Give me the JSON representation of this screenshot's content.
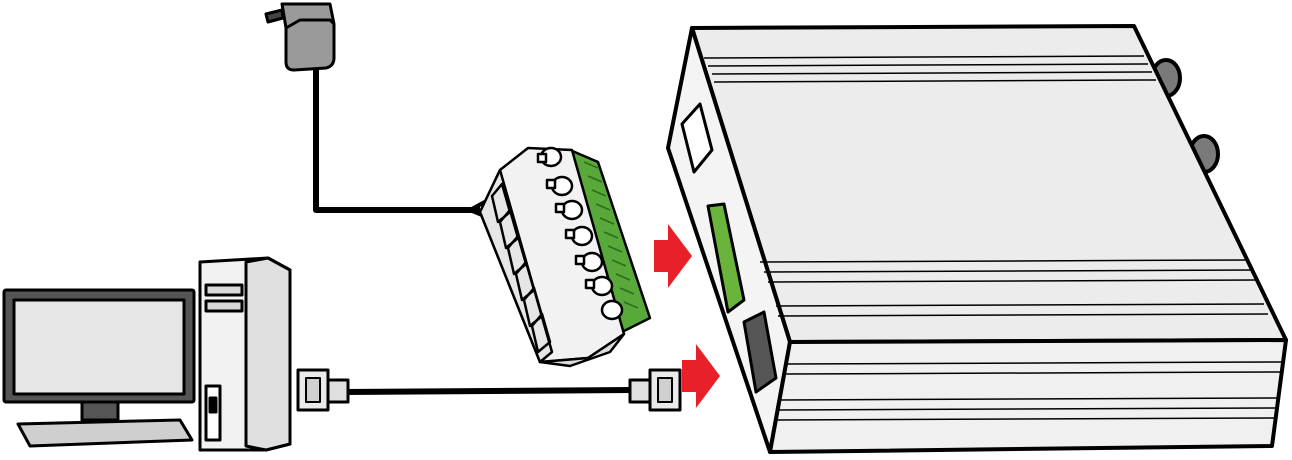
{
  "diagram": {
    "components": [
      "power-adapter",
      "terminal-block-connector",
      "device",
      "desktop-computer",
      "serial-cable"
    ],
    "arrow_color": "#e8202a",
    "terminal_color": "#58a83a",
    "led_color": "#6ab43c",
    "device_color": "#ececec",
    "outline_color": "#000000"
  }
}
